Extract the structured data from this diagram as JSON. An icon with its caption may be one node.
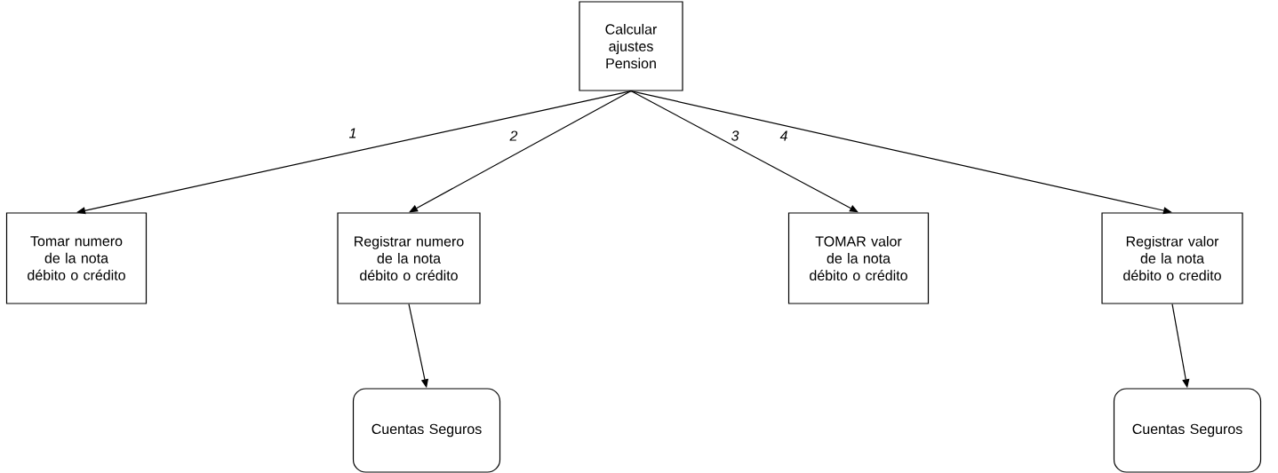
{
  "diagram": {
    "nodes": [
      {
        "text": [
          "Calcular ajustes Pension"
        ]
      },
      {
        "text": [
          "Tomar numero de la nota débito o crédito"
        ]
      },
      {
        "text": [
          "Registrar numero de la nota débito o crédito"
        ]
      },
      {
        "text": [
          "TOMAR valor de la nota débito o crédito"
        ]
      },
      {
        "text": [
          "Registrar valor de la nota débito o credito"
        ]
      },
      {
        "text": [
          "Cuentas Seguros"
        ]
      },
      {
        "text": [
          "Cuentas Seguros"
        ]
      }
    ],
    "edges": [
      {
        "from": 0,
        "to": 1,
        "arrow": "to",
        "label": "1"
      },
      {
        "from": 0,
        "to": 2,
        "arrow": "to",
        "label": "2"
      },
      {
        "from": 0,
        "to": 3,
        "arrow": "to",
        "label": "3"
      },
      {
        "from": 0,
        "to": 4,
        "arrow": "to",
        "label": "4"
      },
      {
        "from": 2,
        "to": 5,
        "arrow": "to"
      },
      {
        "from": 4,
        "to": 6,
        "arrow": "to"
      }
    ]
  }
}
